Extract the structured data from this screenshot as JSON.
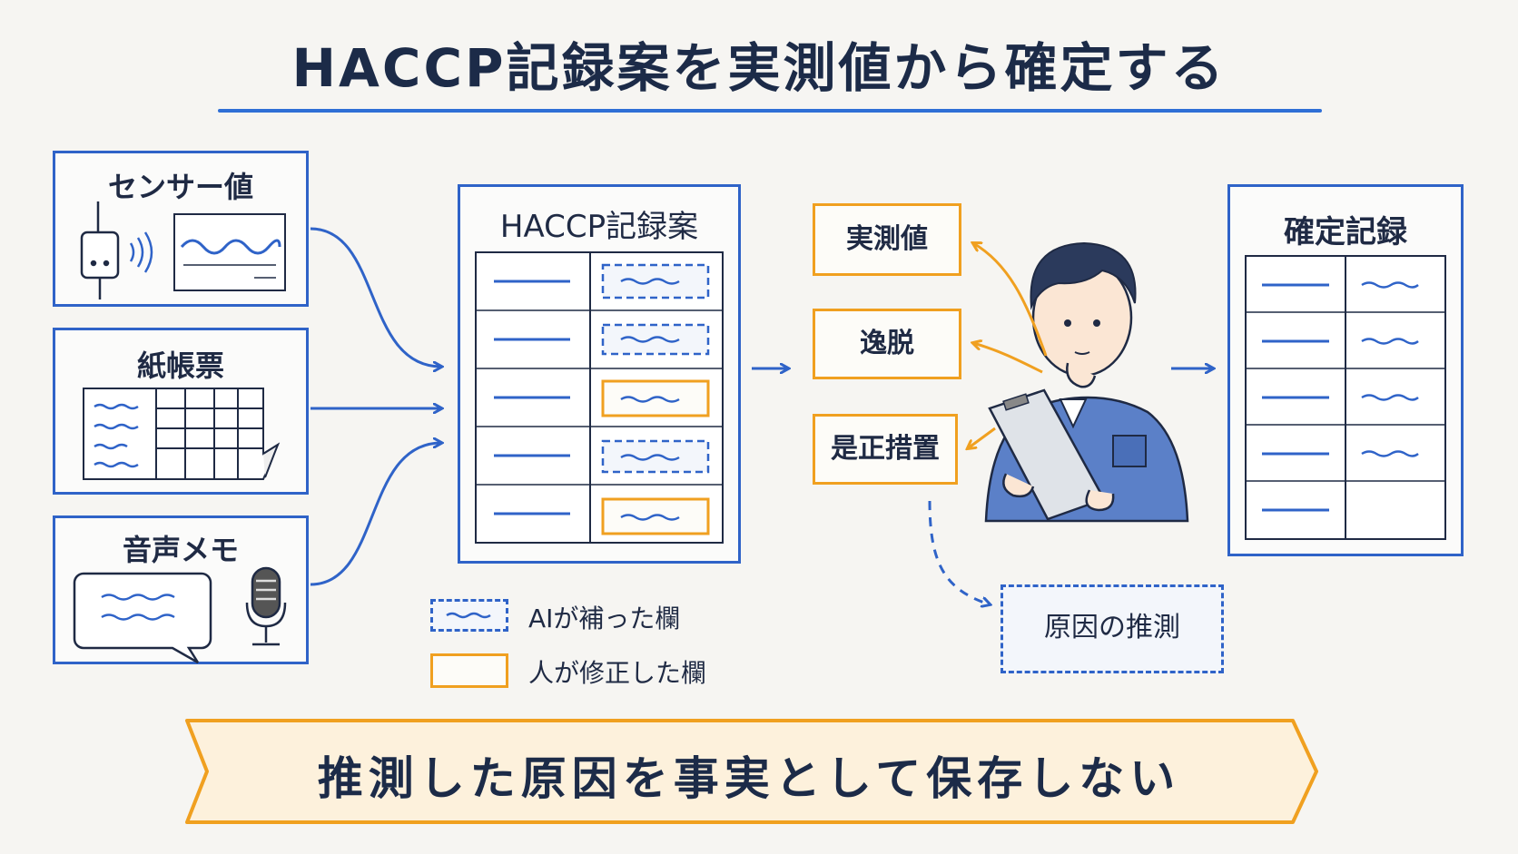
{
  "title": "HACCP記録案を実測値から確定する",
  "sources": {
    "sensor": "センサー値",
    "paper": "紙帳票",
    "voice": "音声メモ"
  },
  "draft": {
    "title": "HACCP記録案"
  },
  "checks": {
    "measured": "実測値",
    "deviation": "逸脱",
    "corrective": "是正措置"
  },
  "cause": "原因の推測",
  "final": {
    "title": "確定記録"
  },
  "legend": {
    "ai": "AIが補った欄",
    "human": "人が修正した欄"
  },
  "banner": "推測した原因を事実として保存しない",
  "colors": {
    "blue": "#2f63c8",
    "orange": "#f0a020",
    "navy": "#1c2b48",
    "banner_bg": "#fdf1dc"
  }
}
